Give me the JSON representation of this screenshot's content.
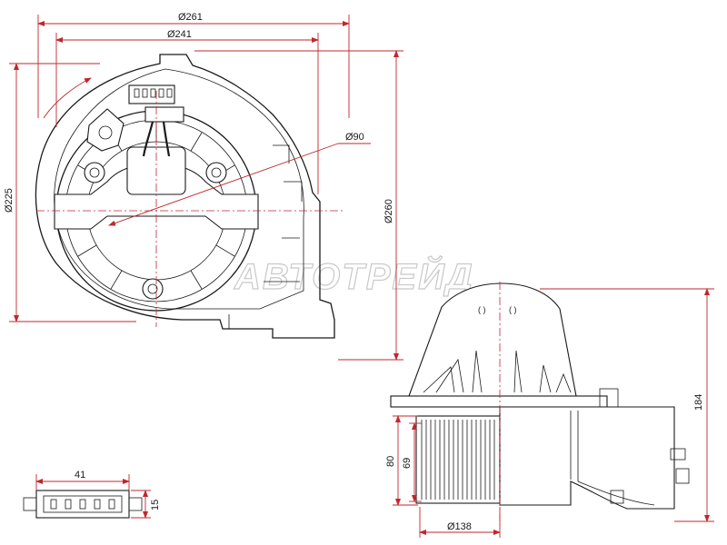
{
  "dimensions": {
    "front_outer_diameter": "Ø261",
    "front_inner_diameter": "Ø241",
    "motor_hub_diameter": "Ø90",
    "front_height_diameter": "Ø225",
    "housing_height_diameter": "Ø260",
    "side_total_height": "184",
    "side_fan_height": "80",
    "side_wheel_height": "69",
    "side_wheel_diameter": "Ø138",
    "connector_width": "41",
    "connector_height": "15"
  },
  "watermark": "АВТОТРЕЙД",
  "colors": {
    "dimension_line": "#c0272d",
    "part_line": "#1a1a1a"
  }
}
